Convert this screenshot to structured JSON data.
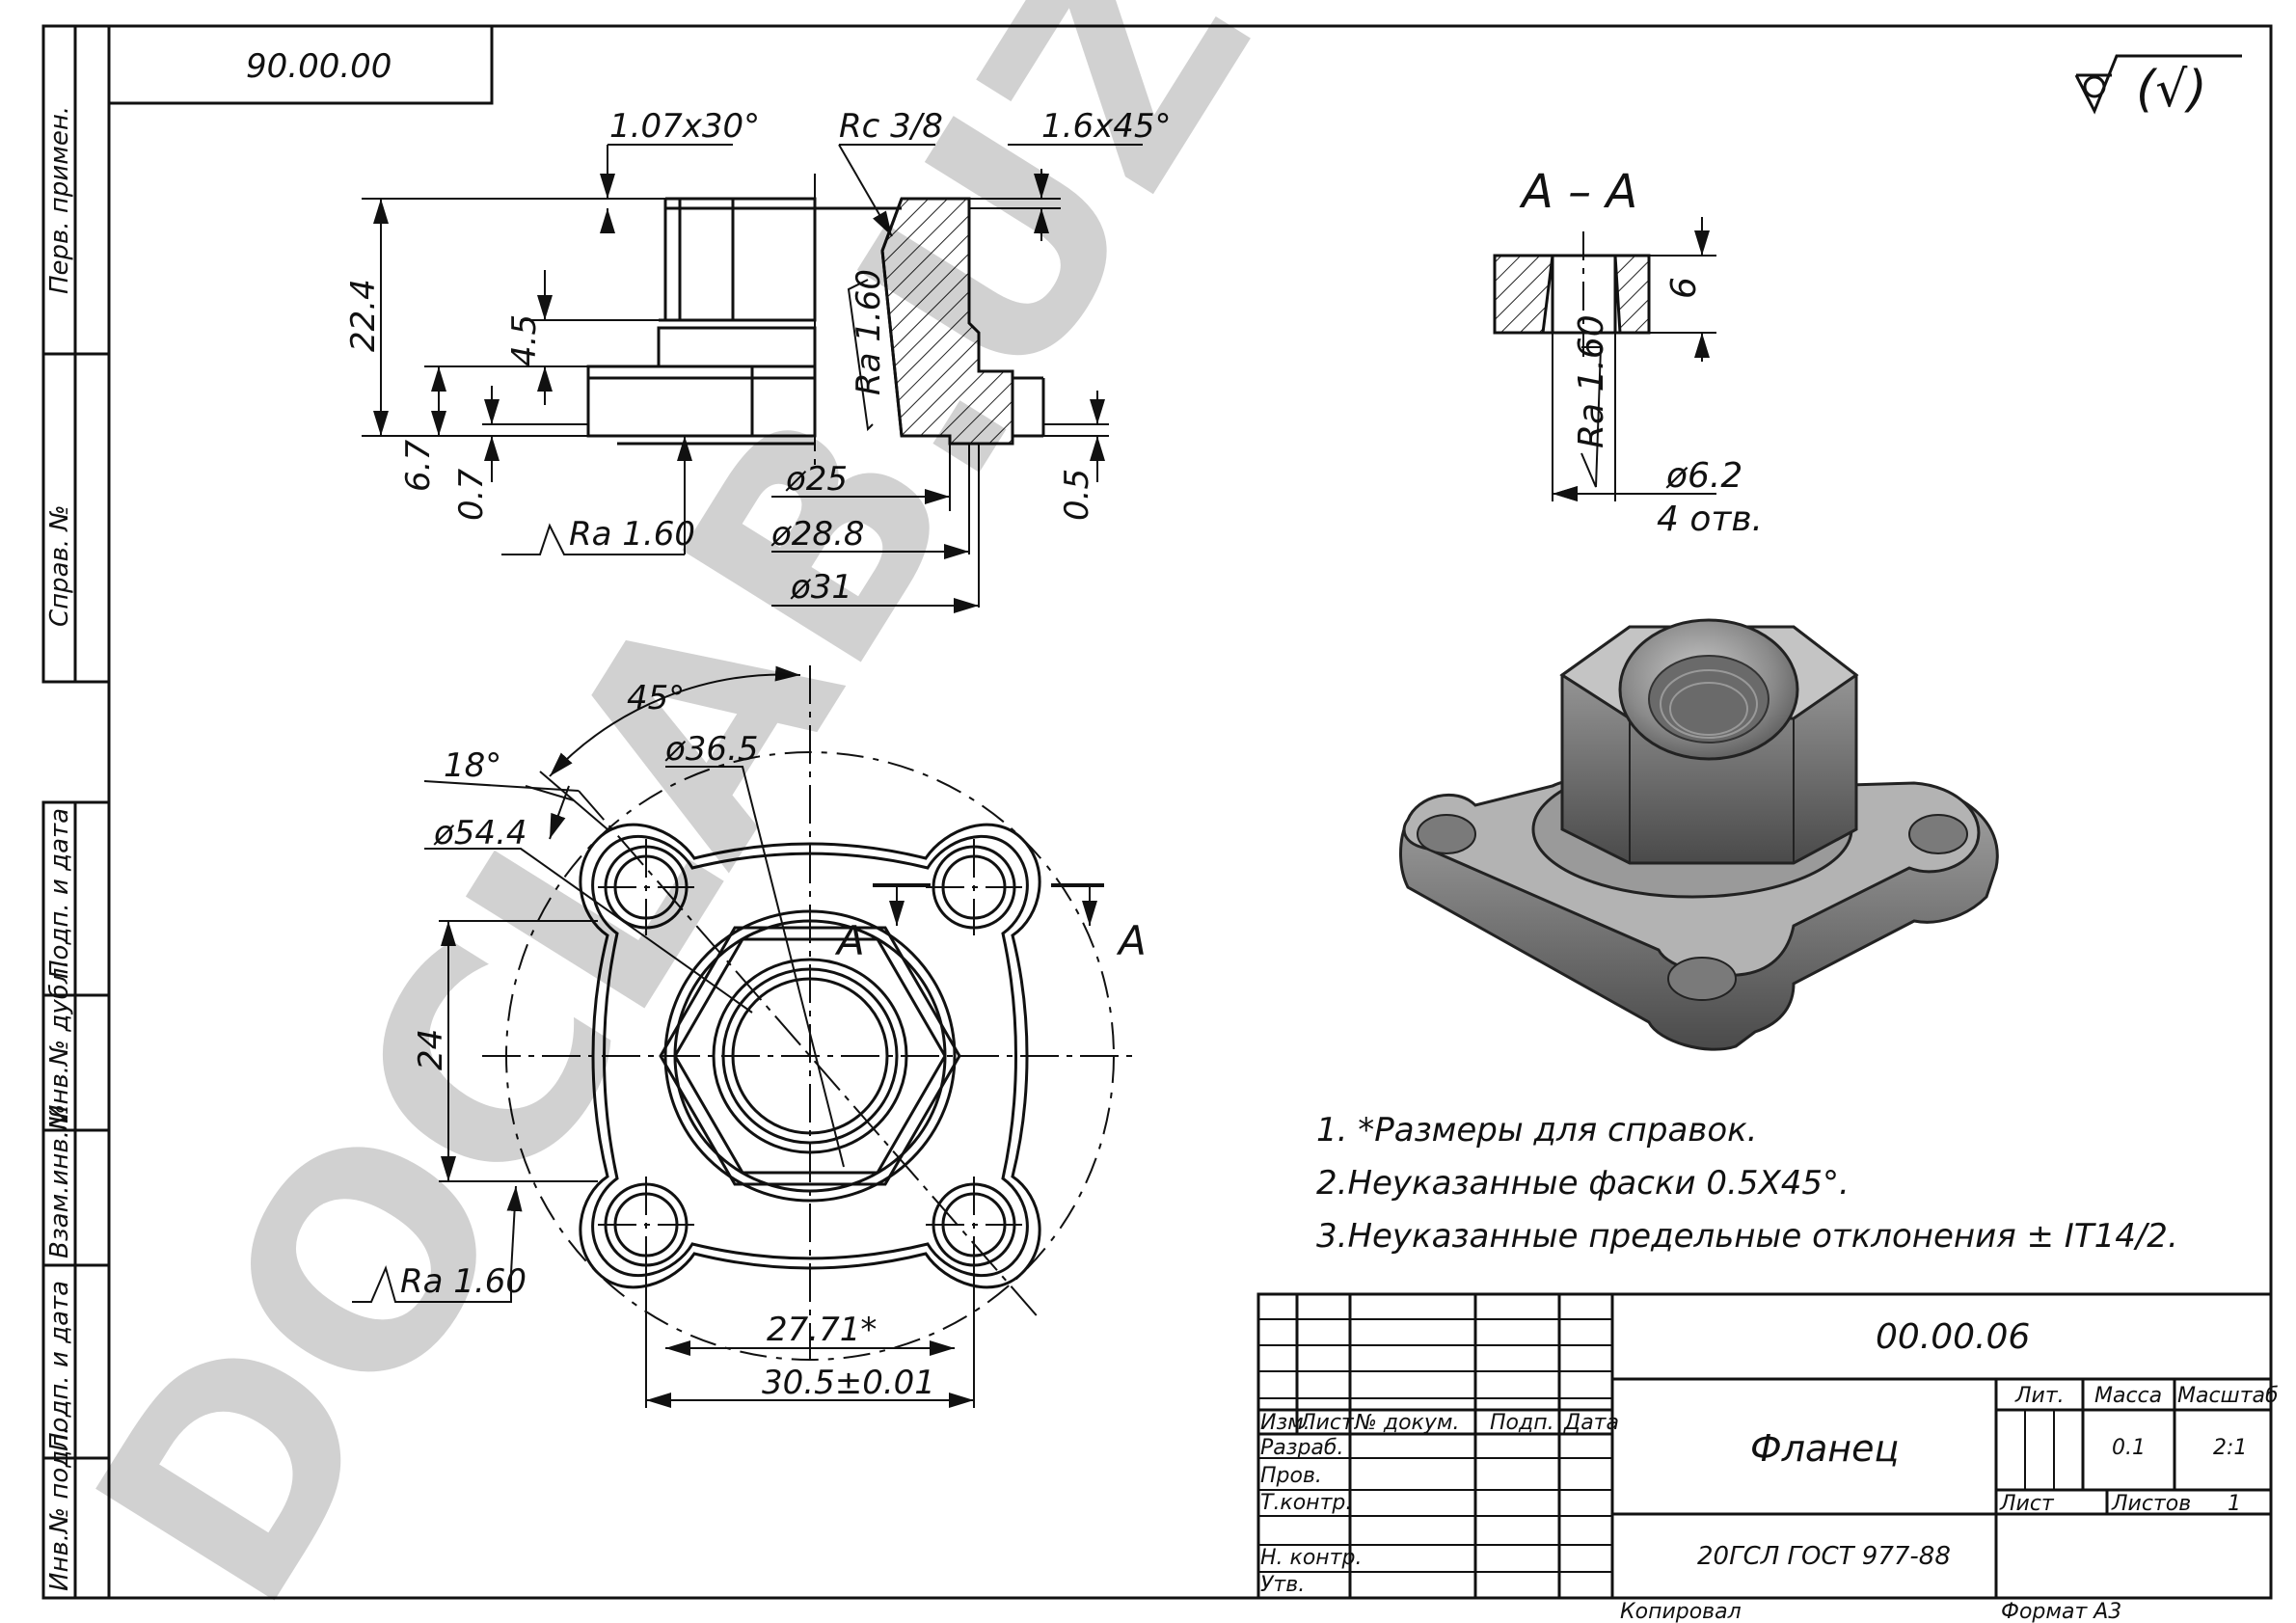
{
  "doc_code_box": "90.00.00",
  "roughness_symbol": "(√)",
  "side_tables": {
    "upper": [
      "Перв. примен.",
      "Справ. №"
    ],
    "lower": [
      "Подп. и дата",
      "Инв.№ дубл.",
      "Взам.инв.№",
      "Подп. и дата",
      "Инв.№ подл."
    ]
  },
  "top_view_dims": {
    "chamfer1": "1.07x30°",
    "thread": "Rc 3/8",
    "chamfer2": "1.6x45°",
    "h_total": "22.4",
    "h_step": "4.5",
    "h_flange": "6.7",
    "h_small": "0.7",
    "h_right": "0.5",
    "ra_left": "Ra 1.60",
    "ra_inner": "Ra 1.60",
    "d25": "ø25",
    "d28": "ø28.8",
    "d31": "ø31"
  },
  "section_aa": {
    "title": "A – A",
    "depth": "6",
    "ra": "Ra 1.60",
    "hole": "ø6.2",
    "count": "4 отв."
  },
  "plan_view_dims": {
    "angle45": "45°",
    "angle18": "18°",
    "d365": "ø36.5",
    "d544": "ø54.4",
    "dim24": "24",
    "dim2771": "27.71*",
    "dim305": "30.5±0.01",
    "ra": "Ra 1.60",
    "section_letter": "A"
  },
  "notes": [
    "1. *Размеры для справок.",
    "2.Неуказанные фаски 0.5X45°.",
    "3.Неуказанные предельные отклонения ± IT14/2."
  ],
  "title_block": {
    "designation": "00.00.06",
    "name": "Фланец",
    "material": "20ГСЛ ГОСТ 977-88",
    "col_headers": [
      "Изм.",
      "Лист",
      "№ докум.",
      "Подп.",
      "Дата"
    ],
    "rows": [
      "Разраб.",
      "Пров.",
      "Т.контр.",
      "",
      "Н. контр.",
      "Утв."
    ],
    "lit": "Лит.",
    "mass_label": "Масса",
    "scale_label": "Масштаб",
    "mass": "0.1",
    "scale": "2:1",
    "sheet_label": "Лист",
    "sheets_label": "Листов",
    "sheets": "1"
  },
  "footer": {
    "copied": "Копировал",
    "format": "Формат   A3"
  },
  "watermark": "DOCLAB.UZ"
}
